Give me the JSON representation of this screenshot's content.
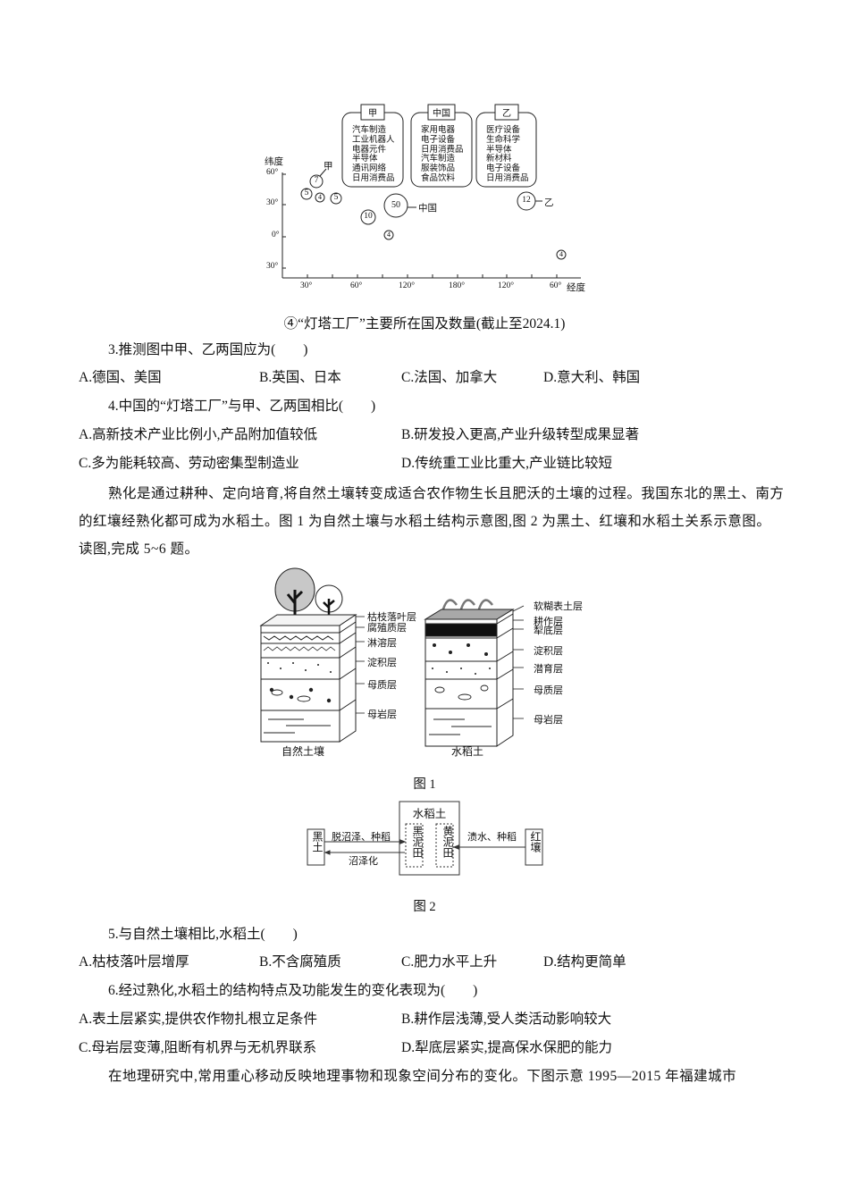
{
  "chart_data": {
    "type": "scatter",
    "title": "④“灯塔工厂”主要所在国及数量(截止至2024.1)",
    "xlabel": "经度",
    "ylabel": "纬度",
    "x_ticks": [
      "30°",
      "60°",
      "120°",
      "180°",
      "120°",
      "60°"
    ],
    "y_ticks": [
      "60°",
      "30°",
      "0°",
      "30°"
    ],
    "ylim": [
      -30,
      60
    ],
    "points": [
      {
        "label": "7",
        "lon_deg_e": 23,
        "lat": 52,
        "country": "甲",
        "count": 7
      },
      {
        "label": "5",
        "lon_deg_e": 14,
        "lat": 40,
        "count": 5
      },
      {
        "label": "4",
        "lon_deg_e": 26,
        "lat": 37,
        "count": 4
      },
      {
        "label": "5",
        "lon_deg_e": 45,
        "lat": 36,
        "count": 5
      },
      {
        "label": "10",
        "lon_deg_e": 78,
        "lat": 18,
        "count": 10
      },
      {
        "label": "50",
        "lon_deg_e": 105,
        "lat": 30,
        "country": "中国",
        "count": 50
      },
      {
        "label": "4",
        "lon_deg_e": 102,
        "lat": 2,
        "count": 4
      },
      {
        "label": "12",
        "lon_deg_e": 225,
        "lat": 34,
        "country": "乙",
        "count": 12
      },
      {
        "label": "4",
        "lon_deg_e": 305,
        "lat": -23,
        "count": 4
      }
    ],
    "boxes": [
      {
        "title": "甲",
        "items": [
          "汽车制造",
          "工业机器人",
          "电器元件",
          "半导体",
          "通讯网络",
          "日用消费品"
        ]
      },
      {
        "title": "中国",
        "items": [
          "家用电器",
          "电子设备",
          "日用消费品",
          "汽车制造",
          "服装饰品",
          "食品饮料"
        ]
      },
      {
        "title": "乙",
        "items": [
          "医疗设备",
          "生命科学",
          "半导体",
          "新材料",
          "电子设备",
          "日用消费品"
        ]
      }
    ]
  },
  "figure1": {
    "caption": "④“灯塔工厂”主要所在国及数量(截止至2024.1)"
  },
  "q3": {
    "stem": "3.推测图中甲、乙两国应为(　　)",
    "options": [
      "A.德国、美国",
      "B.英国、日本",
      "C.法国、加拿大",
      "D.意大利、韩国"
    ]
  },
  "q4": {
    "stem": "4.中国的“灯塔工厂”与甲、乙两国相比(　　)",
    "options": [
      "A.高新技术产业比例小,产品附加值较低",
      "B.研发投入更高,产业升级转型成果显著",
      "C.多为能耗较高、劳动密集型制造业",
      "D.传统重工业比重大,产业链比较短"
    ]
  },
  "passage2": "熟化是通过耕种、定向培育,将自然土壤转变成适合农作物生长且肥沃的土壤的过程。我国东北的黑土、南方的红壤经熟化都可成为水稻土。图 1 为自然土壤与水稻土结构示意图,图 2 为黑土、红壤和水稻土关系示意图。读图,完成 5~6 题。",
  "soil_figure": {
    "natural": {
      "name": "自然土壤",
      "layers": [
        "枯枝落叶层",
        "腐殖质层",
        "淋溶层",
        "淀积层",
        "母质层",
        "母岩层"
      ]
    },
    "paddy": {
      "name": "水稻土",
      "layers": [
        "软糊表土层",
        "耕作层",
        "犁底层",
        "淀积层",
        "潜育层",
        "母质层",
        "母岩层"
      ]
    },
    "caption": "图 1"
  },
  "relation_figure": {
    "center_title": "水稻土",
    "inner_left": "黑泥田",
    "inner_right": "黄泥田",
    "left_box": "黑土",
    "right_box": "红壤",
    "arrow_left_top": "脱沼泽、种稻",
    "arrow_left_bottom": "沼泽化",
    "arrow_right_top": "渍水、种稻",
    "caption": "图 2"
  },
  "q5": {
    "stem": "5.与自然土壤相比,水稻土(　　)",
    "options": [
      "A.枯枝落叶层增厚",
      "B.不含腐殖质",
      "C.肥力水平上升",
      "D.结构更简单"
    ]
  },
  "q6": {
    "stem": "6.经过熟化,水稻土的结构特点及功能发生的变化表现为(　　)",
    "options": [
      "A.表土层紧实,提供农作物扎根立足条件",
      "B.耕作层浅薄,受人类活动影响较大",
      "C.母岩层变薄,阻断有机界与无机界联系",
      "D.犁底层紧实,提高保水保肥的能力"
    ]
  },
  "passage3": "在地理研究中,常用重心移动反映地理事物和现象空间分布的变化。下图示意 1995—2015 年福建城市"
}
